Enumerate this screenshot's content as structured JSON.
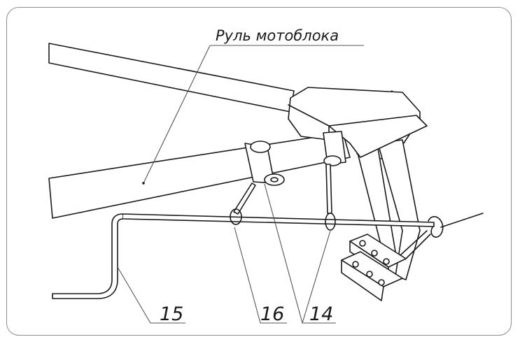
{
  "title": "Руль мотоблока",
  "callouts": [
    {
      "id": "15",
      "text": "15"
    },
    {
      "id": "16",
      "text": "16"
    },
    {
      "id": "14",
      "text": "14"
    }
  ],
  "colors": {
    "line": "#1a1a1a",
    "leader": "#555555",
    "frame": "#8d8d8d"
  }
}
